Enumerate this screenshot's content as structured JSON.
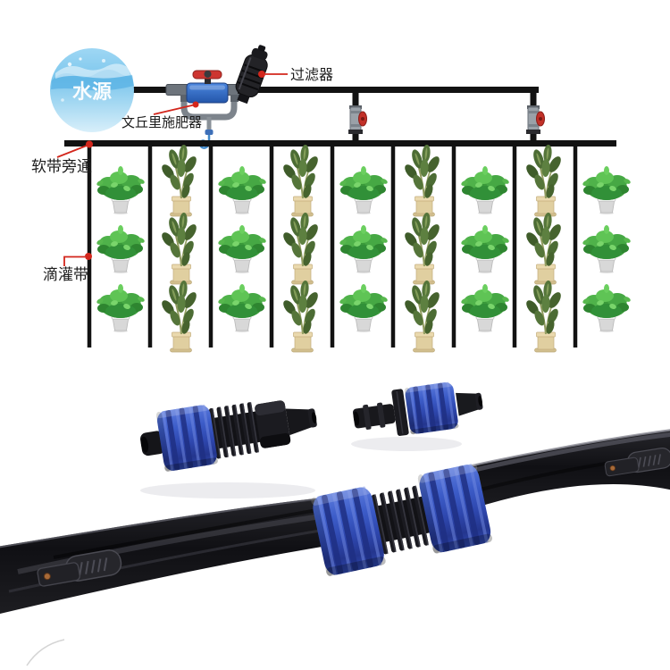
{
  "diagram": {
    "labels": {
      "water_source": "水源",
      "filter": "过滤器",
      "venturi_injector": "文丘里施肥器",
      "tape_bypass": "软带旁通",
      "drip_tape": "滴灌带"
    },
    "structure": {
      "drip_line_count": 9,
      "plant_columns": 9,
      "plants_per_column": 3,
      "riser_valve_count": 2
    },
    "colors": {
      "pipe_black": "#121212",
      "leader_red": "#d3261c",
      "label_text": "#1c1c1c",
      "water_blue": "#7cc6ec",
      "venturi_blue": "#2f6fd0",
      "valve_red": "#c8332b",
      "plant_green": "#46a844",
      "pot_tan": "#e0cfa0"
    }
  },
  "product_photos": {
    "fitting_blue": "#3c5cc8",
    "fitting_black": "#17171b",
    "tape_black": "#1a1a1d",
    "emitter_copper": "#a86a38",
    "icons": {
      "water_source": "water-source-icon",
      "filter": "filter-icon",
      "venturi": "venturi-injector-icon",
      "riser_valve": "riser-valve-icon",
      "bushy_plant": "bushy-plant-icon",
      "tall_plant": "tall-plant-icon",
      "lock_coupling": "tape-lock-coupling-icon",
      "barb_connector": "barb-offtake-connector-icon",
      "drip_tape": "drip-tape-icon",
      "emitter": "tape-emitter-icon"
    }
  }
}
